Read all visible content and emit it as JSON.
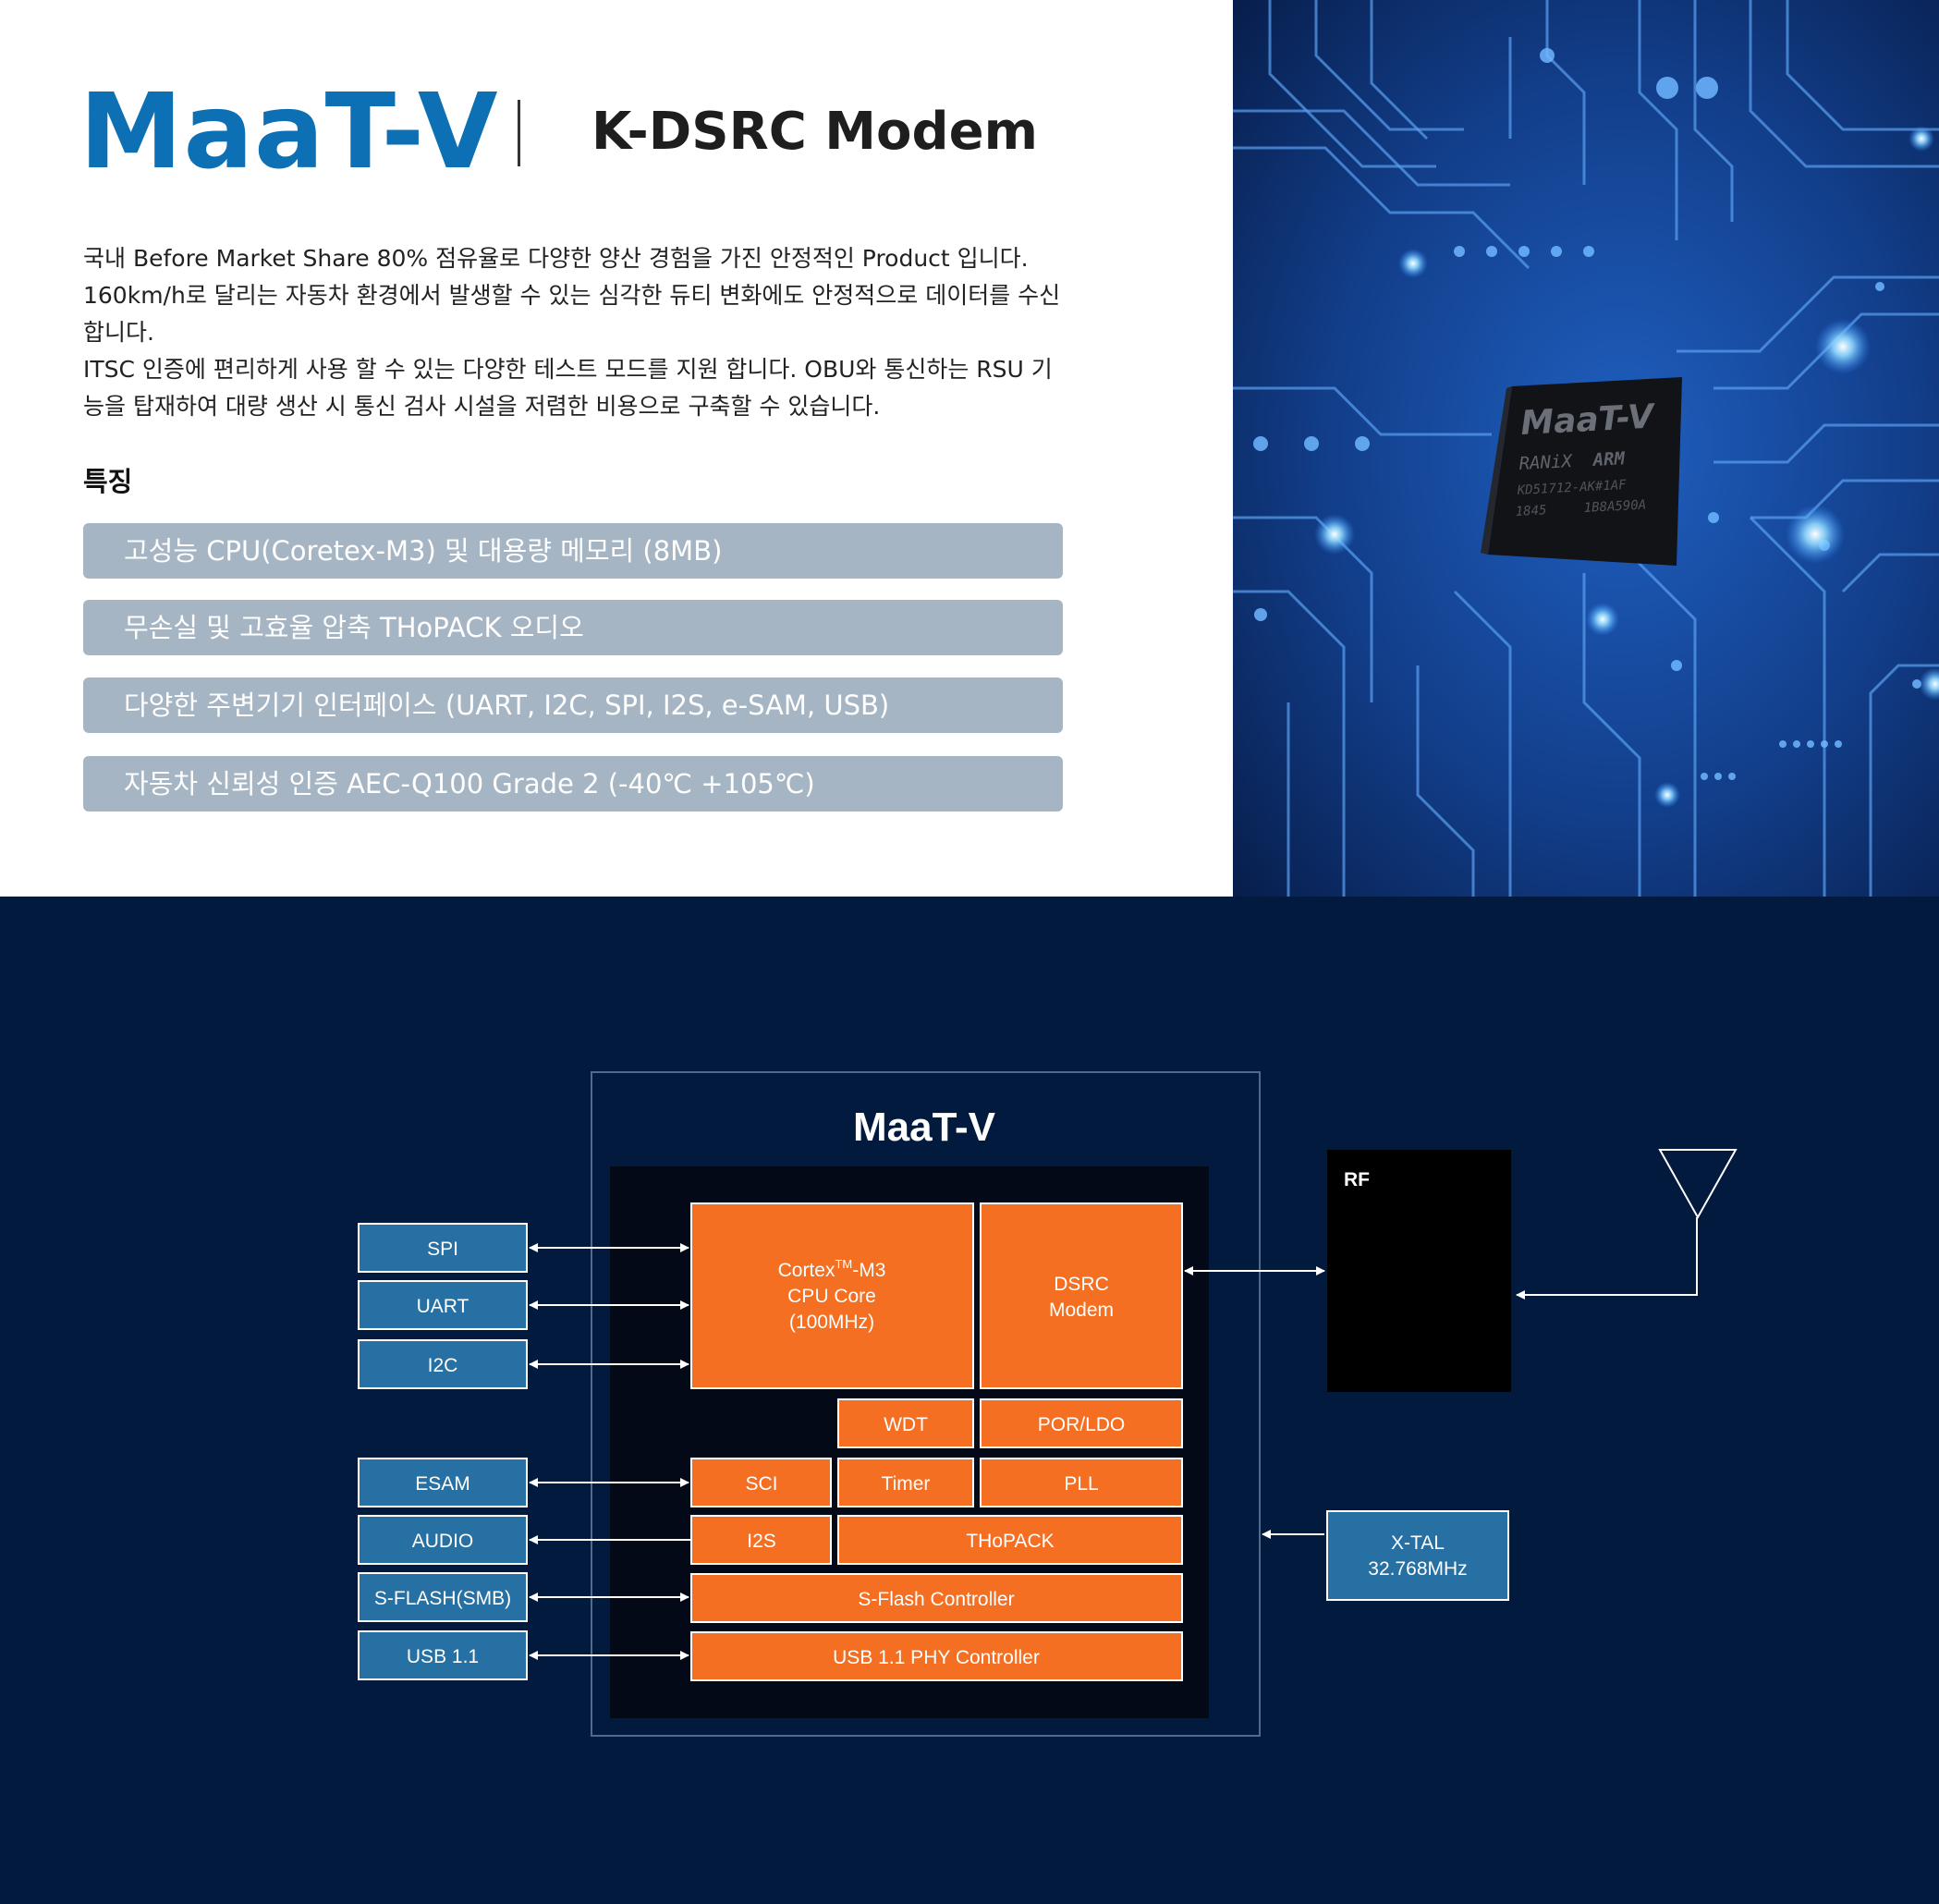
{
  "header": {
    "product_name": "MaaT-V",
    "subtitle": "K-DSRC Modem"
  },
  "description": {
    "paragraph_1": "국내 Before Market Share 80% 점유율로 다양한 양산 경험을 가진 안정적인 Product 입니다. 160km/h로 달리는 자동차 환경에서 발생할 수 있는 심각한 듀티 변화에도 안정적으로 데이터를 수신합니다.",
    "paragraph_2": "ITSC 인증에 편리하게 사용 할 수 있는 다양한 테스트 모드를 지원 합니다. OBU와 통신하는 RSU 기능을 탑재하여 대량 생산 시 통신 검사 시설을 저렴한 비용으로 구축할 수 있습니다."
  },
  "features": {
    "heading": "특징",
    "items": [
      "고성능 CPU(Coretex-M3) 및 대용량 메모리 (8MB)",
      "무손실 및 고효율 압축 THoPACK 오디오",
      "다양한 주변기기 인터페이스 (UART, I2C, SPI, I2S, e-SAM, USB)",
      "자동차 신뢰성 인증 AEC-Q100 Grade 2 (-40℃ +105℃)"
    ]
  },
  "chip_image": {
    "line1": "MaaT-V",
    "line2_left": "RANiX",
    "line2_right": "ARM",
    "line3": "KD51712-AK#1AF",
    "line4_left": "1845",
    "line4_right": "1B8A590A"
  },
  "diagram": {
    "title": "MaaT-V",
    "cpu": {
      "line1": "Cortex",
      "tm": "TM",
      "line1_suffix": "-M3",
      "line2": "CPU Core",
      "line3": "(100MHz)"
    },
    "modem": {
      "line1": "DSRC",
      "line2": "Modem"
    },
    "wdt": "WDT",
    "por_ldo": "POR/LDO",
    "sci": "SCI",
    "timer": "Timer",
    "pll": "PLL",
    "i2s": "I2S",
    "thopack": "THoPACK",
    "sflash_controller": "S-Flash Controller",
    "usb_controller": "USB 1.1 PHY Controller",
    "external": [
      "SPI",
      "UART",
      "I2C",
      "ESAM",
      "AUDIO",
      "S-FLASH(SMB)",
      "USB 1.1"
    ],
    "rf": "RF",
    "xtal": {
      "line1": "X-TAL",
      "line2": "32.768MHz"
    }
  },
  "colors": {
    "brand_blue": "#0d6fb4",
    "feature_bar": "#a6b5c4",
    "navy_background": "#031a3f",
    "block_orange": "#f46f22",
    "interface_blue": "#2670a3",
    "core_black": "#040918"
  }
}
